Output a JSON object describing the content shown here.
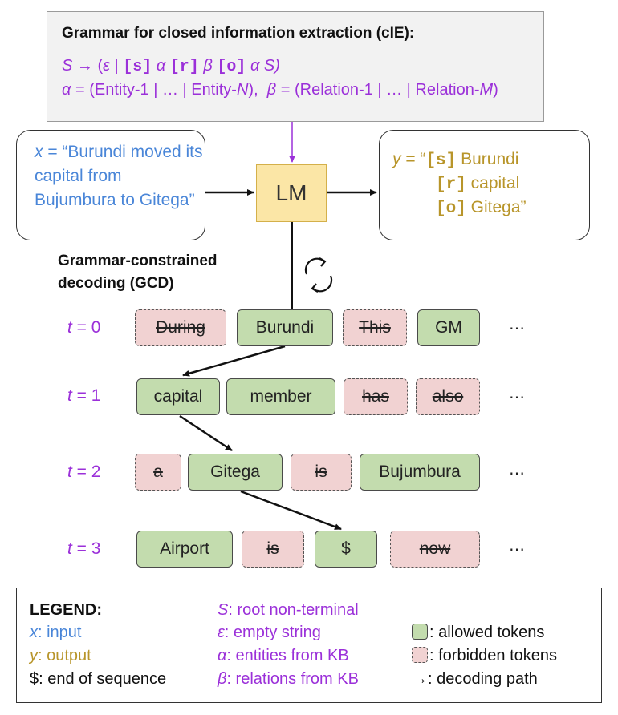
{
  "grammar": {
    "title": "Grammar for closed information extraction (cIE):",
    "rule_lhs": "S",
    "arrow": " → (",
    "epsilon": "ε",
    "bar": " | ",
    "tok_s": "[s]",
    "alpha": "α",
    "tok_r": "[r]",
    "beta": "β",
    "tok_o": "[o]",
    "close": "α S)",
    "alpha_def_lhs": "α",
    "alpha_def": " = (Entity-1 | … | Entity-",
    "alpha_def_n": "N",
    "alpha_def_end": "),",
    "beta_def_lhs": "β",
    "beta_def": " = (Relation-1 | … | Relation-",
    "beta_def_m": "M",
    "beta_def_end": ")"
  },
  "input": {
    "var": "x",
    "text": " = “Burundi moved its capital from Bujumbura to Gitega”"
  },
  "lm": {
    "label": "LM"
  },
  "output": {
    "var": "y",
    "eq": " = “",
    "lines": [
      {
        "tag": "[s]",
        "text": " Burundi"
      },
      {
        "tag": "[r]",
        "text": " capital"
      },
      {
        "tag": "[o]",
        "text": " Gitega”"
      }
    ]
  },
  "gcd": {
    "label_line1": "Grammar-constrained",
    "label_line2": "decoding (GCD)"
  },
  "steps": [
    {
      "t": "t",
      "eq": " = 0",
      "tokens": [
        {
          "text": "During",
          "status": "forbidden"
        },
        {
          "text": "Burundi",
          "status": "allowed"
        },
        {
          "text": "This",
          "status": "forbidden"
        },
        {
          "text": "GM",
          "status": "allowed"
        }
      ],
      "more": "⋯"
    },
    {
      "t": "t",
      "eq": " = 1",
      "tokens": [
        {
          "text": "capital",
          "status": "allowed"
        },
        {
          "text": "member",
          "status": "allowed"
        },
        {
          "text": "has",
          "status": "forbidden"
        },
        {
          "text": "also",
          "status": "forbidden"
        }
      ],
      "more": "⋯"
    },
    {
      "t": "t",
      "eq": " = 2",
      "tokens": [
        {
          "text": "a",
          "status": "forbidden"
        },
        {
          "text": "Gitega",
          "status": "allowed"
        },
        {
          "text": "is",
          "status": "forbidden"
        },
        {
          "text": "Bujumbura",
          "status": "allowed"
        }
      ],
      "more": "⋯"
    },
    {
      "t": "t",
      "eq": " = 3",
      "tokens": [
        {
          "text": "Airport",
          "status": "allowed"
        },
        {
          "text": "is",
          "status": "forbidden"
        },
        {
          "text": "$",
          "status": "allowed"
        },
        {
          "text": "now",
          "status": "forbidden"
        }
      ],
      "more": "⋯"
    }
  ],
  "legend": {
    "title": "LEGEND:",
    "x_var": "x",
    "x_text": ":  input",
    "y_var": "y",
    "y_text": ":  output",
    "eos": "$: end of sequence",
    "s_var": "S",
    "s_text": ": root non-terminal",
    "eps_var": "ε",
    "eps_text": ": empty string",
    "alpha_var": "α",
    "alpha_text": ": entities from KB",
    "beta_var": "β",
    "beta_text": ": relations from KB",
    "allowed": ": allowed tokens",
    "forbidden": ": forbidden tokens",
    "path": "→: decoding path"
  },
  "colors": {
    "purple": "#9b30d9",
    "input_blue": "#4a86d8",
    "output_gold": "#b8952a",
    "allowed_fill": "#c3dcae",
    "forbidden_fill": "#f1d2d2",
    "lm_fill": "#fbe6a6"
  }
}
